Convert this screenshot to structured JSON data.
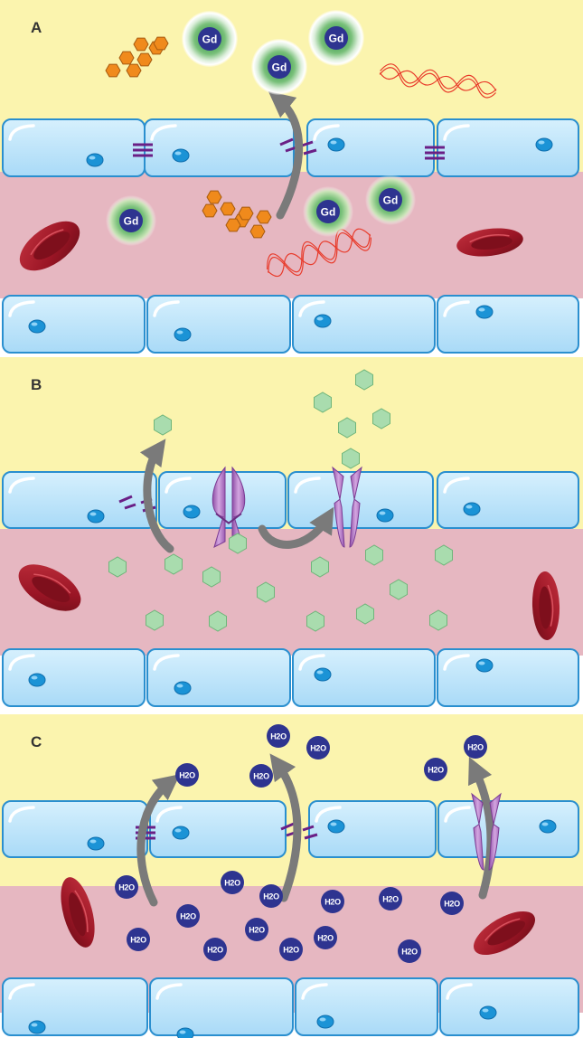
{
  "panels": [
    {
      "letter": "A"
    },
    {
      "letter": "B"
    },
    {
      "letter": "C"
    }
  ],
  "labels": {
    "gadolinium": "Gd",
    "water": "H2O"
  },
  "colors": {
    "interstitium": "#fbf4ae",
    "vessel_lumen": "#e6b7c1",
    "endothelial_cell": "#bfe6fb",
    "cell_border": "#2a8fcf",
    "nucleus": "#1b93d6",
    "red_blood_cell": "#9a1525",
    "junction": "#6a1f86",
    "transporter": "#b47ec8",
    "arrow": "#7a7a7a",
    "gd_core": "#2e3490",
    "glucose_hexagon": "#a9dcae",
    "protein_hexagon": "#f08a1c",
    "fibrin": "#e83a2a"
  }
}
